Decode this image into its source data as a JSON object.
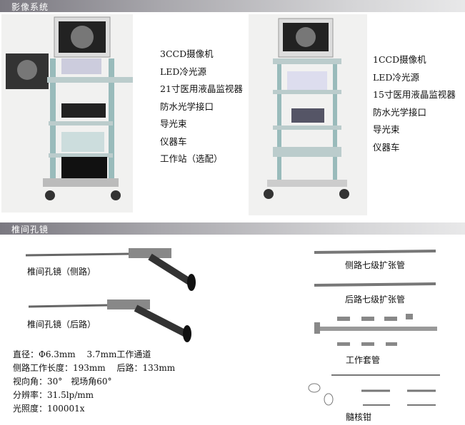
{
  "sections": {
    "imaging": "影像系统",
    "endoscope": "椎间孔镜"
  },
  "system_3ccd": [
    "3CCD摄像机",
    "LED冷光源",
    "21寸医用液晶监视器",
    "防水光学接口",
    "导光束",
    "仪器车",
    "工作站（选配）"
  ],
  "system_1ccd": [
    "1CCD摄像机",
    "LED冷光源",
    "15寸医用液晶监视器",
    "防水光学接口",
    "导光束",
    "仪器车"
  ],
  "scopes": {
    "side": "椎间孔镜（侧路）",
    "rear": "椎间孔镜（后路）"
  },
  "specs": [
    "直径：Φ6.3mm　 3.7mm工作通道",
    "侧路工作长度：193mm　 后路：133mm",
    "视向角：30°　视场角60°",
    "分辨率：31.5lp/mm",
    "光照度：100001x"
  ],
  "instruments": {
    "side_dilator": "侧路七级扩张管",
    "rear_dilator": "后路七级扩张管",
    "sheath": "工作套管",
    "forceps": "髓核钳"
  }
}
